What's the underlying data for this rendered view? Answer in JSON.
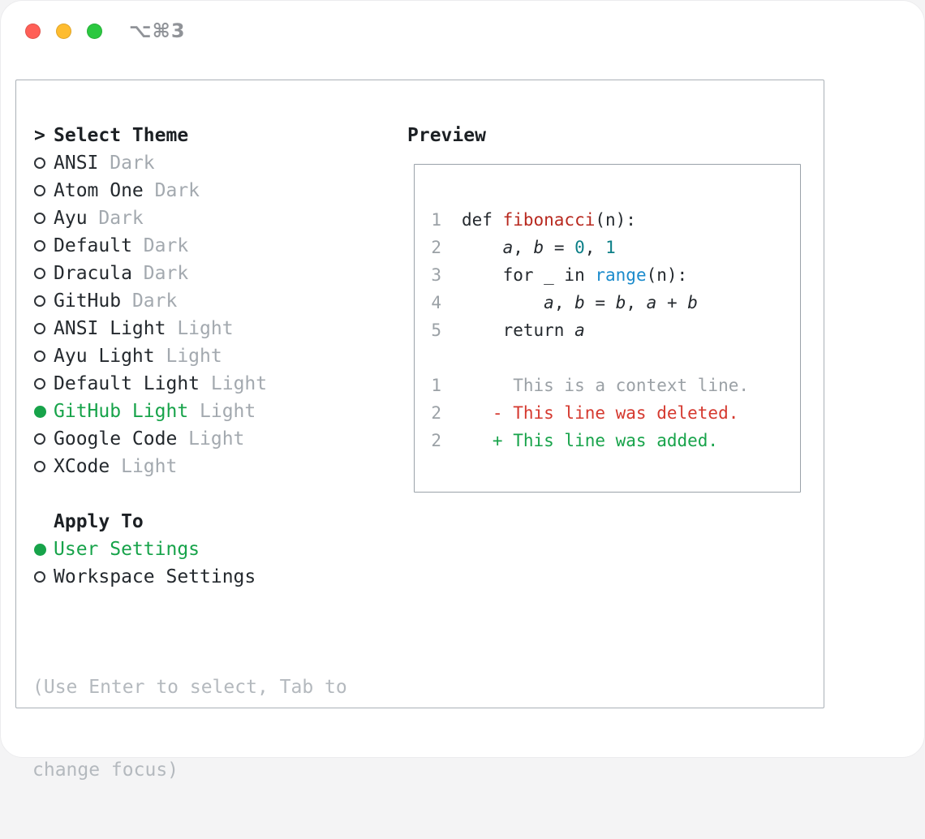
{
  "window": {
    "title": "⌥⌘3",
    "traffic_lights": [
      {
        "name": "close",
        "color": "#ff5f57"
      },
      {
        "name": "minimize",
        "color": "#febc2f"
      },
      {
        "name": "zoom",
        "color": "#2bc840"
      }
    ]
  },
  "theme_selector": {
    "prompt": ">",
    "heading": "Select Theme",
    "items": [
      {
        "name": "ANSI",
        "variant": "Dark",
        "selected": false
      },
      {
        "name": "Atom One",
        "variant": "Dark",
        "selected": false
      },
      {
        "name": "Ayu",
        "variant": "Dark",
        "selected": false
      },
      {
        "name": "Default",
        "variant": "Dark",
        "selected": false
      },
      {
        "name": "Dracula",
        "variant": "Dark",
        "selected": false
      },
      {
        "name": "GitHub",
        "variant": "Dark",
        "selected": false
      },
      {
        "name": "ANSI Light",
        "variant": "Light",
        "selected": false
      },
      {
        "name": "Ayu Light",
        "variant": "Light",
        "selected": false
      },
      {
        "name": "Default Light",
        "variant": "Light",
        "selected": false
      },
      {
        "name": "GitHub Light",
        "variant": "Light",
        "selected": true
      },
      {
        "name": "Google Code",
        "variant": "Light",
        "selected": false
      },
      {
        "name": "XCode",
        "variant": "Light",
        "selected": false
      }
    ]
  },
  "apply_to": {
    "heading": "Apply To",
    "options": [
      {
        "label": "User Settings",
        "selected": true
      },
      {
        "label": "Workspace Settings",
        "selected": false
      }
    ]
  },
  "hint": {
    "line1": "(Use Enter to select, Tab to",
    "line2": "change focus)"
  },
  "preview": {
    "heading": "Preview",
    "lines": [
      {
        "num": "1",
        "tokens": [
          {
            "t": "def ",
            "c": "plain"
          },
          {
            "t": "fibonacci",
            "c": "func"
          },
          {
            "t": "(n):",
            "c": "plain"
          }
        ]
      },
      {
        "num": "2",
        "tokens": [
          {
            "t": "    ",
            "c": "plain"
          },
          {
            "t": "a",
            "c": "var"
          },
          {
            "t": ", ",
            "c": "plain"
          },
          {
            "t": "b",
            "c": "var"
          },
          {
            "t": " = ",
            "c": "plain"
          },
          {
            "t": "0",
            "c": "number"
          },
          {
            "t": ", ",
            "c": "plain"
          },
          {
            "t": "1",
            "c": "number"
          }
        ]
      },
      {
        "num": "3",
        "tokens": [
          {
            "t": "    for _ in ",
            "c": "plain"
          },
          {
            "t": "range",
            "c": "builtin"
          },
          {
            "t": "(n):",
            "c": "plain"
          }
        ]
      },
      {
        "num": "4",
        "tokens": [
          {
            "t": "        ",
            "c": "plain"
          },
          {
            "t": "a",
            "c": "var"
          },
          {
            "t": ", ",
            "c": "plain"
          },
          {
            "t": "b",
            "c": "var"
          },
          {
            "t": " = ",
            "c": "plain"
          },
          {
            "t": "b",
            "c": "var"
          },
          {
            "t": ", ",
            "c": "plain"
          },
          {
            "t": "a",
            "c": "var"
          },
          {
            "t": " + ",
            "c": "plain"
          },
          {
            "t": "b",
            "c": "var"
          }
        ]
      },
      {
        "num": "5",
        "tokens": [
          {
            "t": "    return ",
            "c": "plain"
          },
          {
            "t": "a",
            "c": "var"
          }
        ]
      },
      {
        "num": "",
        "tokens": []
      },
      {
        "num": "1",
        "tokens": [
          {
            "t": "     This is a context line.",
            "c": "context"
          }
        ]
      },
      {
        "num": "2",
        "tokens": [
          {
            "t": "   - This line was deleted.",
            "c": "deleted"
          }
        ]
      },
      {
        "num": "2",
        "tokens": [
          {
            "t": "   + This line was added.",
            "c": "added"
          }
        ]
      }
    ]
  },
  "colors": {
    "plain": "#24292e",
    "func": "#b8291f",
    "number": "#0c7f87",
    "builtin": "#1b8bcc",
    "var": "#24292e",
    "context": "#9ba1a6",
    "deleted": "#d5392f",
    "added": "#17a34a",
    "selected": "#17a34a"
  }
}
